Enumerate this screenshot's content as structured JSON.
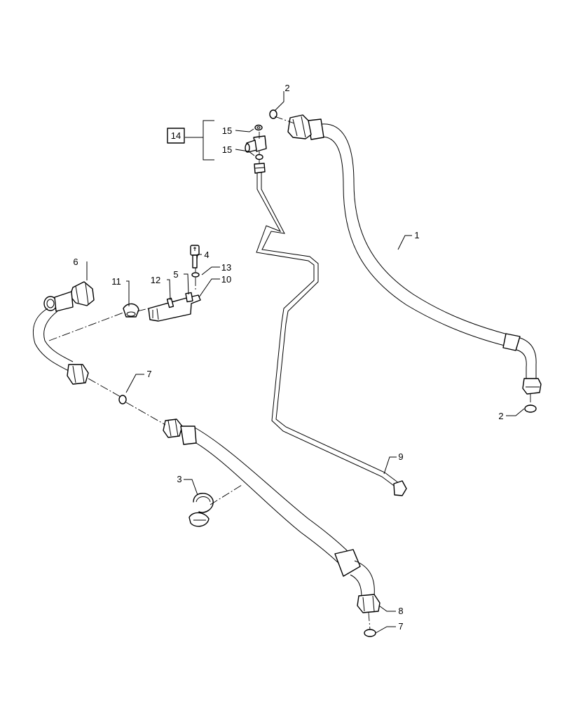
{
  "callouts": {
    "c1": "1",
    "c2_top": "2",
    "c2_right": "2",
    "c3": "3",
    "c4": "4",
    "c5": "5",
    "c6": "6",
    "c7_mid": "7",
    "c7_bottom": "7",
    "c8": "8",
    "c9": "9",
    "c10": "10",
    "c11": "11",
    "c12": "12",
    "c13": "13",
    "c14": "14",
    "c15_upper": "15",
    "c15_lower": "15"
  },
  "colors": {
    "line": "#000000",
    "background": "#ffffff"
  }
}
